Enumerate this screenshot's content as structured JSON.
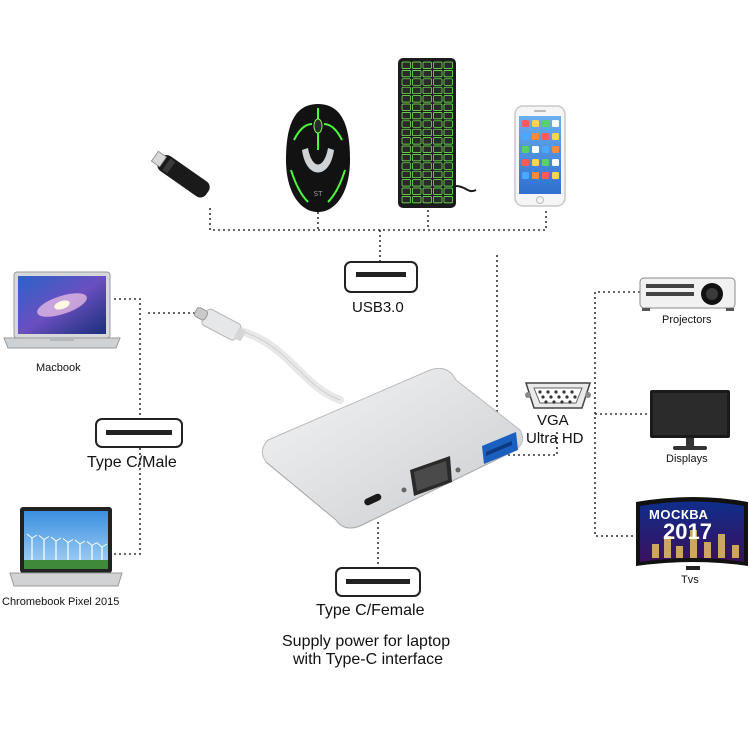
{
  "labels": {
    "usb": "USB3.0",
    "macbook": "Macbook",
    "type_c_male": "Type C/Male",
    "chromebook": "Chromebook Pixel 2015",
    "type_c_female": "Type C/Female",
    "supply_line1": "Supply power for laptop",
    "supply_line2": "with Type-C interface",
    "vga": "VGA",
    "ultra_hd": "Ultra HD",
    "projectors": "Projectors",
    "displays": "Displays",
    "tvs": "Tvs",
    "tv_screen_top": "МОСКВА",
    "tv_screen_year": "2017",
    "mouse_logo": "ST"
  },
  "colors": {
    "line": "#333333",
    "adapter_body": "#d8dadc",
    "usb_blue": "#1b5fbf",
    "keyboard_glow": "#7dff5a",
    "mouse_glow": "#4cff3a",
    "laptop_screen": "#1e3d8a",
    "tv_screen": "#0d2b7a"
  },
  "icons": [
    "usb-flash-drive-icon",
    "gaming-mouse-icon",
    "keyboard-icon",
    "smartphone-icon",
    "usb-port-icon",
    "macbook-icon",
    "type-c-port-icon",
    "chromebook-icon",
    "vga-port-icon",
    "projector-icon",
    "display-icon",
    "tv-icon",
    "adapter-icon"
  ]
}
